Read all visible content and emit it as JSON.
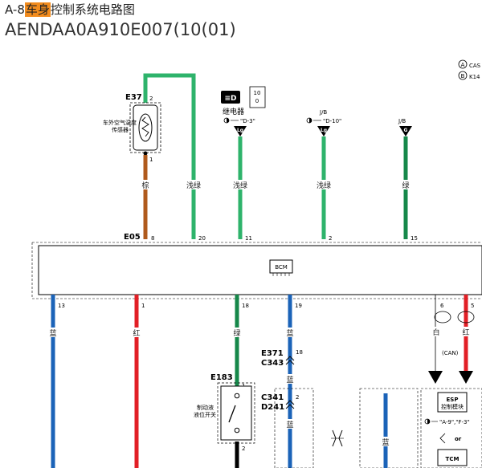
{
  "header": {
    "prefix": "A-8",
    "highlight": "车身",
    "suffix": "控制系统电路图",
    "code": "AENDAA0A910E007(10(01)"
  },
  "legend": {
    "a": "CAS",
    "b": "K14",
    "a_mark": "A",
    "b_mark": "B"
  },
  "sensor": {
    "id": "E37",
    "name_line1": "车外空气温度",
    "name_line2": "传感器",
    "pin_top": "2",
    "pin_bot": "1"
  },
  "relay": {
    "name": "继电器",
    "ref": "\"D-3\"",
    "wire_code": "Lg",
    "switch_top": "10",
    "switch_bot": "0"
  },
  "jb1": {
    "label": "J/B",
    "ref": "\"D-10\"",
    "wire_code": "Lg"
  },
  "jb2": {
    "label": "J/B",
    "wire_code": "G"
  },
  "wire_colors": {
    "brown": "棕",
    "light_green1": "浅绿",
    "light_green2": "浅绿",
    "light_green3": "浅绿",
    "green_top": "绿",
    "blue_left": "蓝",
    "red_left": "红",
    "green_mid": "绿",
    "blue_mid": "蓝",
    "blue_mid2": "蓝",
    "blue_mid3": "蓝",
    "blue_right": "蓝",
    "white": "白",
    "red_right": "红"
  },
  "bcm": {
    "connector": "E05",
    "label": "BCM",
    "top_pins": [
      "8",
      "20",
      "11",
      "2",
      "15"
    ],
    "bottom_pins": [
      "13",
      "1",
      "18",
      "19",
      "6",
      "5"
    ]
  },
  "conn1": {
    "line1": "E371",
    "line2": "C343",
    "pin": "18"
  },
  "conn2": {
    "line1": "C341",
    "line2": "D241",
    "pin": "2"
  },
  "switch": {
    "id": "E183",
    "name_line1": "制动液",
    "name_line2": "液位开关",
    "pin_top": "1",
    "pin_bot": "2"
  },
  "can": {
    "label": "(CAN)"
  },
  "esp": {
    "line1": "ESP",
    "line2": "控制模块",
    "ref": "\"A-9\",\"F-3\"",
    "or": "or",
    "tcm": "TCM"
  },
  "colors": {
    "green_light": "#2eb36b",
    "green_dark": "#16884a",
    "brown": "#b05a1c",
    "red": "#e21f26",
    "blue": "#1b63b8",
    "black": "#000000"
  }
}
